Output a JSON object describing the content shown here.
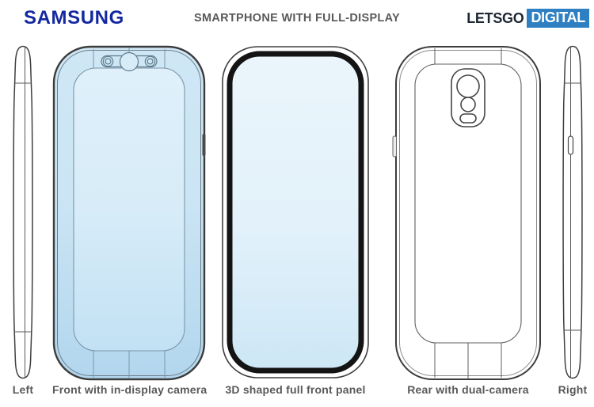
{
  "header": {
    "samsung_logo": "SAMSUNG",
    "title": "SMARTPHONE WITH FULL-DISPLAY",
    "letsgo_logo": {
      "text": "LETSGO",
      "badge": "DIGITAL"
    }
  },
  "views": [
    {
      "id": "left-side",
      "label": "Left"
    },
    {
      "id": "front",
      "label": "Front with in-display camera"
    },
    {
      "id": "front-panel",
      "label": "3D shaped full front panel"
    },
    {
      "id": "rear",
      "label": "Rear with dual-camera"
    },
    {
      "id": "right-side",
      "label": "Right"
    }
  ],
  "colors": {
    "samsung_blue": "#1428a0",
    "letsgo_badge_blue": "#2e80c3",
    "letsgo_text_dark": "#1d2733",
    "title_gray": "#58595b",
    "screen_blue_top": "#dff0fa",
    "screen_blue_bottom": "#b2d6ee",
    "panel_blue_top": "#ebf5fb",
    "panel_blue_bottom": "#cde7f6",
    "outline_dark": "#3c3c3c",
    "outline_blue_gray": "#7c97a9"
  }
}
